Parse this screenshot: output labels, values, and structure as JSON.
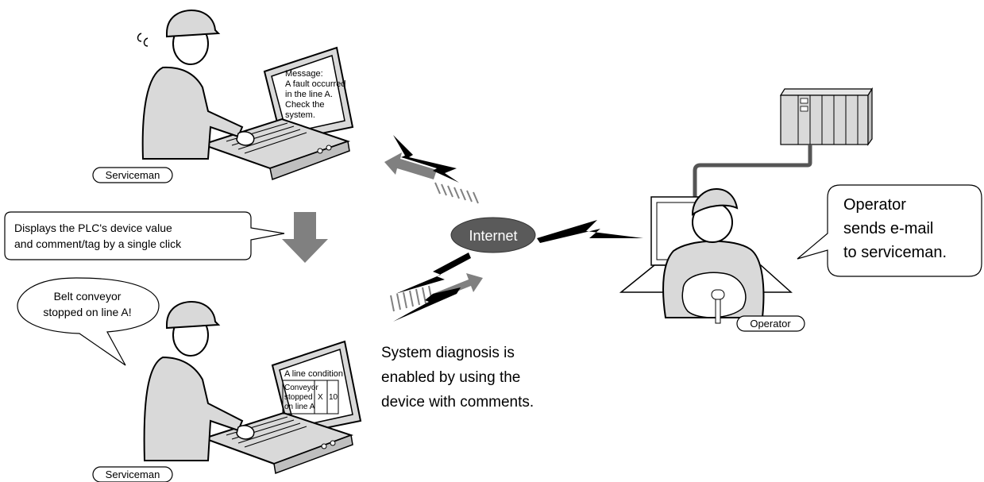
{
  "labels": {
    "serviceman_top": "Serviceman",
    "serviceman_bottom": "Serviceman",
    "operator": "Operator",
    "internet": "Internet"
  },
  "callouts": {
    "display_note_line1": "Displays the PLC's device value",
    "display_note_line2": "and comment/tag by a single click",
    "belt_line1": "Belt conveyor",
    "belt_line2": "stopped on line A!",
    "operator_line1": "Operator",
    "operator_line2": "sends e-mail",
    "operator_line3": "to serviceman."
  },
  "caption": {
    "line1": "System diagnosis is",
    "line2": "enabled by using the",
    "line3": "device with comments."
  },
  "screens": {
    "top": [
      "Message:",
      "A fault occurred",
      "in the line A.",
      "Check the",
      "system."
    ],
    "bottom_title": "A line condition",
    "bottom_cell1": "Conveyor",
    "bottom_cell2": "stopped",
    "bottom_cell3": "on line A",
    "bottom_x": "X",
    "bottom_v": "10"
  },
  "colors": {
    "gray_fill": "#d9d9d9",
    "arrow_gray": "#808080",
    "internet_fill": "#5a5a5a",
    "internet_text": "#ffffff",
    "lightning": "#000000"
  }
}
